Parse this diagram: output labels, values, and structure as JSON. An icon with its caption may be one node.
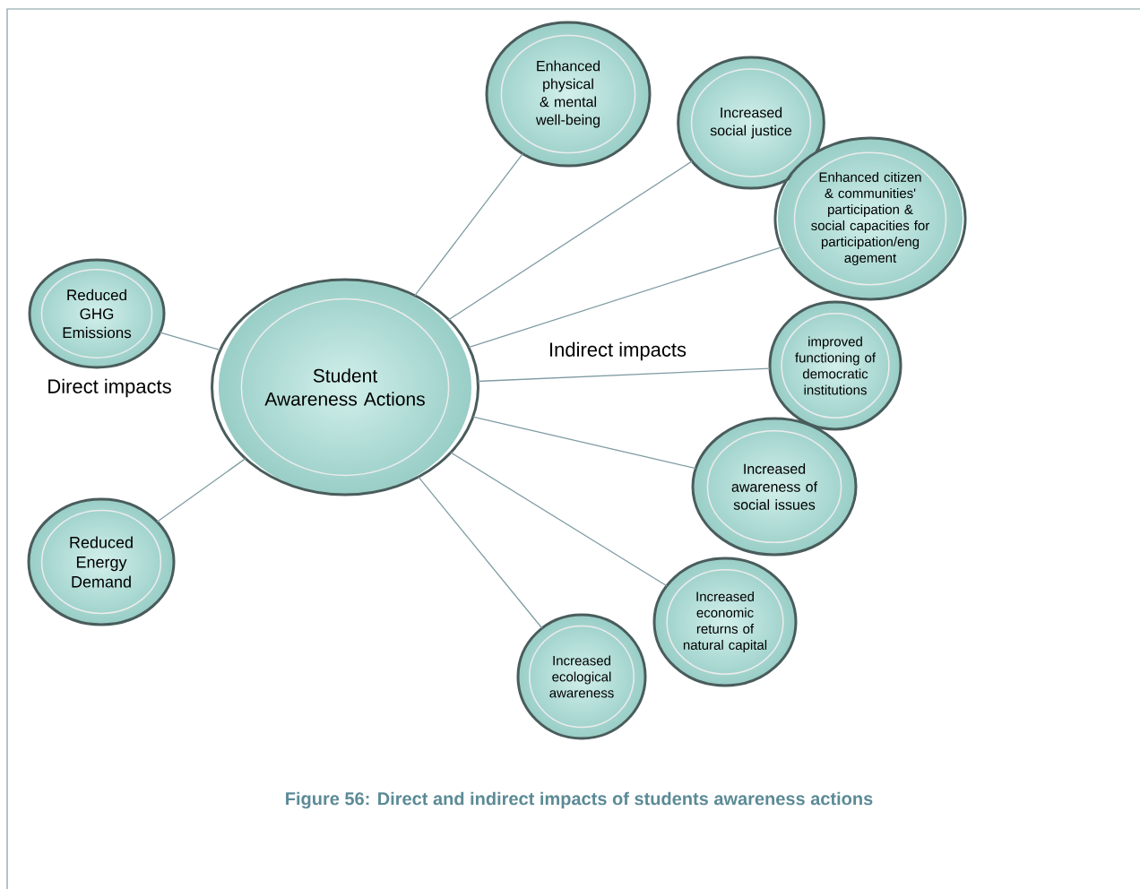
{
  "diagram": {
    "caption": "Figure 56: Direct and indirect impacts of students awareness actions",
    "nodes": [
      {
        "text": [
          "Student Awareness Actions"
        ]
      },
      {
        "text": [
          "Reduced GHG Emissions"
        ]
      },
      {
        "text": [
          "Reduced Energy Demand"
        ]
      },
      {
        "text": [
          "Enhanced physical & mental well-being"
        ]
      },
      {
        "text": [
          "Increased social justice"
        ]
      },
      {
        "text": [
          "Enhanced citizen & communities' participation & social capacities for participation/eng agement"
        ]
      },
      {
        "text": [
          "improved functioning of democratic institutions"
        ]
      },
      {
        "text": [
          "Increased awareness of social issues"
        ]
      },
      {
        "text": [
          "Increased economic returns of natural capital"
        ]
      },
      {
        "text": [
          "Increased ecological awareness"
        ]
      }
    ],
    "edges": [
      {
        "from": 0,
        "to": 1,
        "arrow": "none"
      },
      {
        "from": 0,
        "to": 2,
        "arrow": "none"
      },
      {
        "from": 0,
        "to": 3,
        "arrow": "none"
      },
      {
        "from": 0,
        "to": 4,
        "arrow": "none"
      },
      {
        "from": 0,
        "to": 5,
        "arrow": "none"
      },
      {
        "from": 0,
        "to": 6,
        "arrow": "none"
      },
      {
        "from": 0,
        "to": 7,
        "arrow": "none"
      },
      {
        "from": 0,
        "to": 8,
        "arrow": "none"
      },
      {
        "from": 0,
        "to": 9,
        "arrow": "none"
      }
    ],
    "labels": [
      "Direct impacts",
      "Indirect impacts"
    ]
  }
}
